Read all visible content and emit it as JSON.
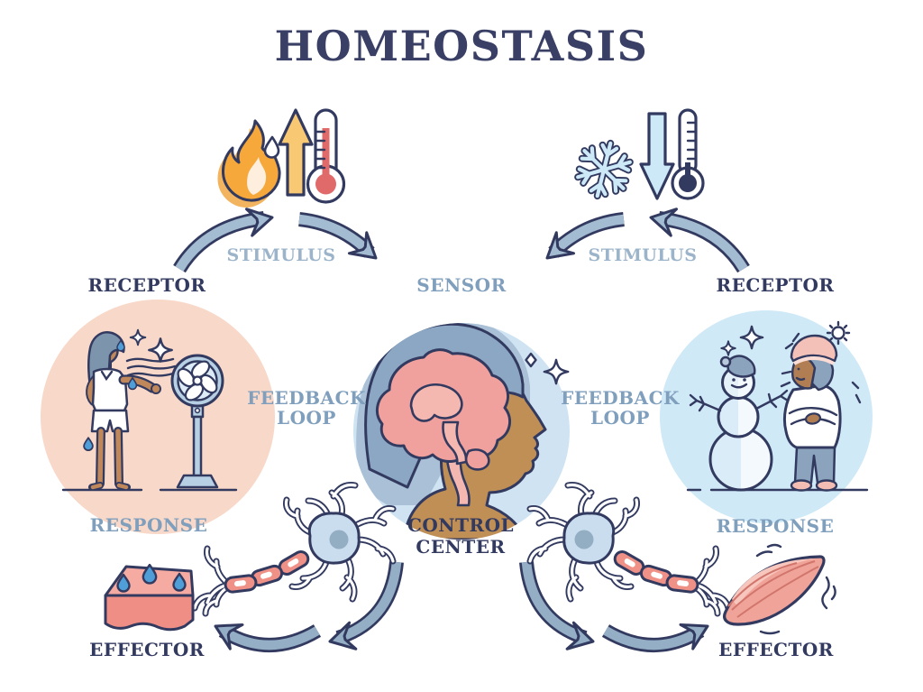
{
  "title": "HOMEOSTASIS",
  "hot_pathway": {
    "stimulus_label": "STIMULUS",
    "receptor_label": "RECEPTOR",
    "response_label": "RESPONSE",
    "effector_label": "EFFECTOR",
    "feedback_line1": "FEEDBACK",
    "feedback_line2": "LOOP"
  },
  "cold_pathway": {
    "stimulus_label": "STIMULUS",
    "receptor_label": "RECEPTOR",
    "response_label": "RESPONSE",
    "effector_label": "EFFECTOR",
    "feedback_line1": "FEEDBACK",
    "feedback_line2": "LOOP"
  },
  "control": {
    "sensor_label": "SENSOR",
    "control_line1": "CONTROL",
    "control_line2": "CENTER"
  },
  "icons": {
    "hot_stimulus": [
      "flame-icon",
      "rising-temperature-arrow-icon",
      "hot-thermometer-icon"
    ],
    "cold_stimulus": [
      "snowflake-icon",
      "falling-temperature-arrow-icon",
      "cold-thermometer-icon"
    ],
    "hot_response": [
      "sweating-person-icon",
      "cooling-fan-icon",
      "sparkle-icon"
    ],
    "control_center": [
      "brain-in-head-icon",
      "sparkle-icon"
    ],
    "cold_response": [
      "snowman-icon",
      "shivering-person-icon",
      "sparkle-icon"
    ],
    "hot_effector": [
      "motor-neuron-icon",
      "sweating-skin-icon"
    ],
    "cold_effector": [
      "motor-neuron-icon",
      "shivering-muscle-icon"
    ]
  },
  "colors": {
    "navy_outline": "#333a60",
    "title_text": "#3a3f66",
    "muted_label_text": "#7f9fbd",
    "stimulus_label": "#9cb4ca",
    "arrow_fill_top": "#a3bcd1",
    "arrow_fill_bottom": "#94afc5",
    "hot_circle": "#f8d8c9",
    "center_circle": "#cfe3f2",
    "cold_circle": "#cfe9f7",
    "flame_orange": "#f6a83b",
    "heat_arrow_amber": "#f8c873",
    "thermometer_red": "#e06a6a",
    "ice_blue": "#cde9f8",
    "brain_pink": "#f0a19d",
    "brain_inner_pink": "#f5b8b1",
    "skin_block_top": "#f5aba1",
    "skin_block_front": "#ee8e85",
    "sweat_drop_blue": "#4f9ed8",
    "neuron_body_blue": "#c9ddee",
    "neuron_nucleus": "#93adc3",
    "myelin_pink": "#ef9186",
    "muscle_pink": "#f0a399",
    "hair_blue_gray": "#7d94ad",
    "skin_tone": "#c0875b"
  }
}
